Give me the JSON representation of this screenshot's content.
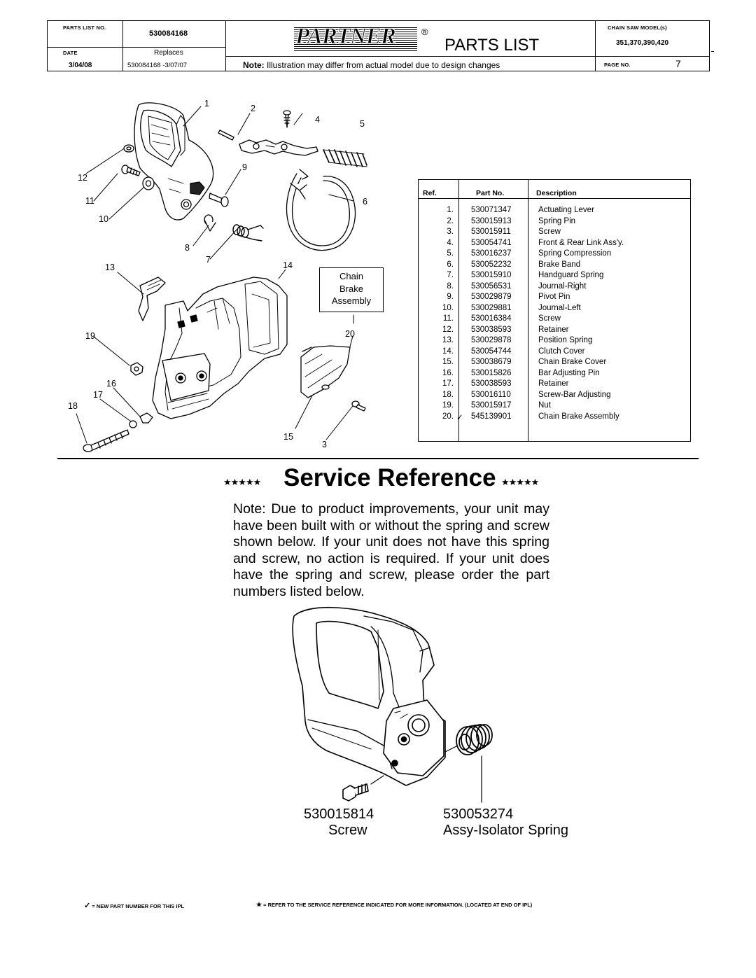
{
  "header": {
    "parts_list_no_label": "PARTS LIST NO.",
    "parts_list_no": "530084168",
    "date_label": "DATE",
    "date": "3/04/08",
    "replaces_label": "Replaces",
    "replaces_value": "530084168 -3/07/07",
    "brand": "PARTNER",
    "registered": "®",
    "title": "PARTS LIST",
    "note_label": "Note:",
    "note_text": "Illustration may differ from actual model due to design changes",
    "model_label": "CHAIN SAW MODEL(s)",
    "models": "351,370,390,420",
    "page_label": "PAGE  NO.",
    "page_no": "7"
  },
  "diagram": {
    "callouts": [
      "1",
      "2",
      "4",
      "5",
      "12",
      "9",
      "11",
      "6",
      "10",
      "8",
      "7",
      "14",
      "13",
      "19",
      "20",
      "16",
      "17",
      "18",
      "15",
      "3"
    ],
    "assembly_label_lines": [
      "Chain",
      "Brake",
      "Assembly"
    ]
  },
  "parts_table": {
    "columns": [
      "Ref.",
      "Part No.",
      "Description"
    ],
    "rows": [
      {
        "ref": "1.",
        "part_no": "530071347",
        "desc": "Actuating Lever"
      },
      {
        "ref": "2.",
        "part_no": "530015913",
        "desc": "Spring Pin"
      },
      {
        "ref": "3.",
        "part_no": "530015911",
        "desc": "Screw"
      },
      {
        "ref": "4.",
        "part_no": "530054741",
        "desc": "Front & Rear Link Ass'y."
      },
      {
        "ref": "5.",
        "part_no": "530016237",
        "desc": "Spring Compression"
      },
      {
        "ref": "6.",
        "part_no": "530052232",
        "desc": "Brake Band"
      },
      {
        "ref": "7.",
        "part_no": "530015910",
        "desc": "Handguard Spring"
      },
      {
        "ref": "8.",
        "part_no": "530056531",
        "desc": "Journal-Right"
      },
      {
        "ref": "9.",
        "part_no": "530029879",
        "desc": "Pivot Pin"
      },
      {
        "ref": "10.",
        "part_no": "530029881",
        "desc": "Journal-Left"
      },
      {
        "ref": "11.",
        "part_no": "530016384",
        "desc": "Screw"
      },
      {
        "ref": "12.",
        "part_no": "530038593",
        "desc": "Retainer"
      },
      {
        "ref": "13.",
        "part_no": "530029878",
        "desc": "Position Spring"
      },
      {
        "ref": "14.",
        "part_no": "530054744",
        "desc": "Clutch Cover"
      },
      {
        "ref": "15.",
        "part_no": "530038679",
        "desc": "Chain Brake Cover"
      },
      {
        "ref": "16.",
        "part_no": "530015826",
        "desc": "Bar Adjusting Pin"
      },
      {
        "ref": "17.",
        "part_no": "530038593",
        "desc": "Retainer"
      },
      {
        "ref": "18.",
        "part_no": "530016110",
        "desc": "Screw-Bar Adjusting"
      },
      {
        "ref": "19.",
        "part_no": "530015917",
        "desc": "Nut"
      },
      {
        "ref": "20.",
        "part_no": "545139901",
        "desc": "Chain Brake Assembly",
        "new_mark": "✓"
      }
    ]
  },
  "service": {
    "stars": "★★★★★",
    "title": "Service Reference",
    "note": "Note: Due to product improvements, your unit may have been built with or without the spring and screw shown below. If your unit does not have this spring and screw, no action is required. If your unit does have the spring and screw, please order the part numbers listed below.",
    "screw_part": "530015814",
    "screw_label": "Screw",
    "spring_part": "530053274",
    "spring_label": "Assy-Isolator Spring"
  },
  "footer": {
    "new_mark": "✓",
    "new_text": "= NEW PART NUMBER FOR THIS  IPL",
    "ref_mark": "★",
    "ref_text": "= REFER TO THE SERVICE REFERENCE  INDICATED FOR MORE INFORMATION. (LOCATED AT END OF IPL)"
  }
}
